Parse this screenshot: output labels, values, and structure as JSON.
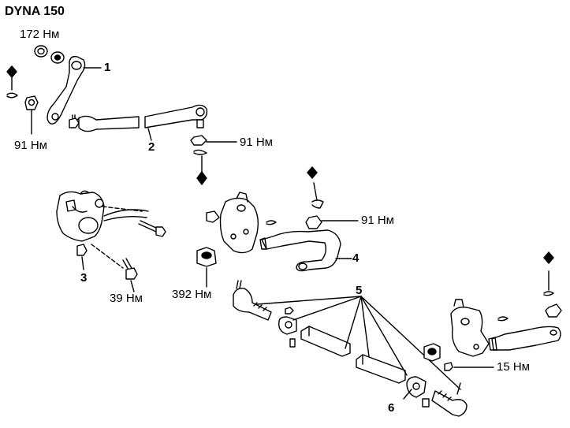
{
  "title": "DYNA 150",
  "parts": {
    "p1": "1",
    "p2": "2",
    "p3": "3",
    "p4": "4",
    "p5": "5",
    "p6": "6"
  },
  "torques": {
    "t172": "172 Нм",
    "t91_left": "91 Нм",
    "t91_mid": "91 Нм",
    "t91_right": "91 Нм",
    "t39": "39 Нм",
    "t392": "392 Нм",
    "t15": "15 Нм"
  }
}
